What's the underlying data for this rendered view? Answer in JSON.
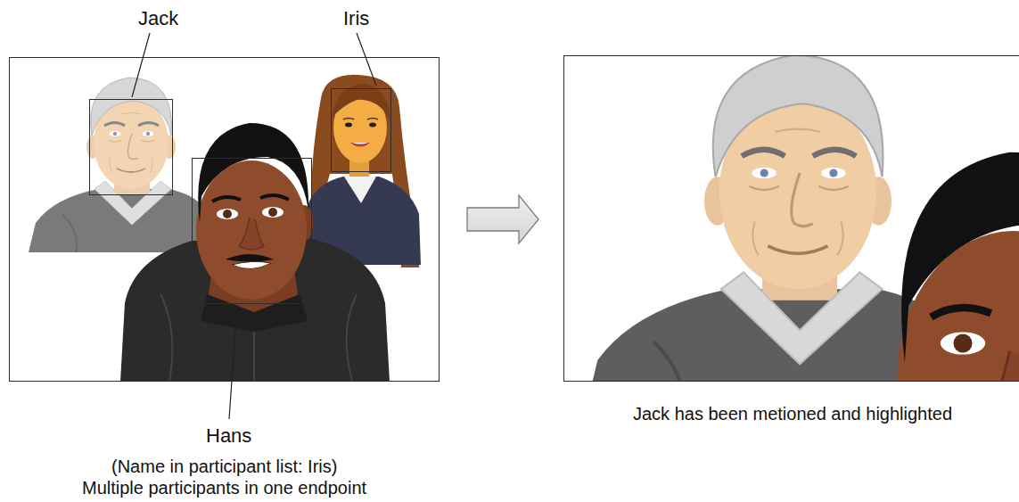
{
  "diagram": {
    "nodes": [
      {
        "text": [
          "(Name in participant list: Iris)",
          "Multiple participants in one endpoint"
        ]
      },
      {
        "text": [
          "Jack"
        ],
        "in": 0
      },
      {
        "text": [
          "Iris"
        ],
        "in": 0
      },
      {
        "text": [
          "Hans"
        ],
        "in": 0
      },
      {
        "text": [
          "Jack has been metioned and highlighted"
        ]
      }
    ],
    "edges": [
      {
        "from": 0,
        "to": 4,
        "arrow": "to"
      }
    ]
  }
}
